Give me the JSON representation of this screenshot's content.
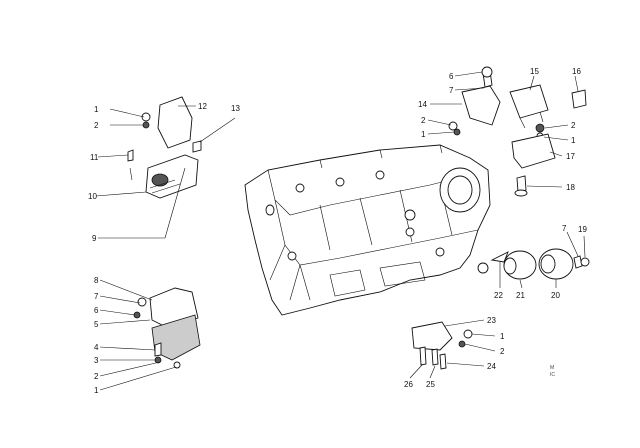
{
  "diagram": {
    "callouts": {
      "c1a": "1",
      "c2a": "2",
      "c12": "12",
      "c13": "13",
      "c11": "11",
      "c10": "10",
      "c9": "9",
      "c8": "8",
      "c7a": "7",
      "c6a": "6",
      "c5": "5",
      "c4": "4",
      "c3": "3",
      "c2b": "2",
      "c1b": "1",
      "c6b": "6",
      "c7b": "7",
      "c14": "14",
      "c2c": "2",
      "c1c": "1",
      "c15": "15",
      "c16": "16",
      "c2d": "2",
      "c1d": "1",
      "c17": "17",
      "c18": "18",
      "c7c": "7",
      "c19": "19",
      "c22": "22",
      "c21": "21",
      "c20": "20",
      "c23": "23",
      "c1e": "1",
      "c2e": "2",
      "c24": "24",
      "c26": "26",
      "c25": "25"
    },
    "corner_mark": "M\nIC"
  }
}
